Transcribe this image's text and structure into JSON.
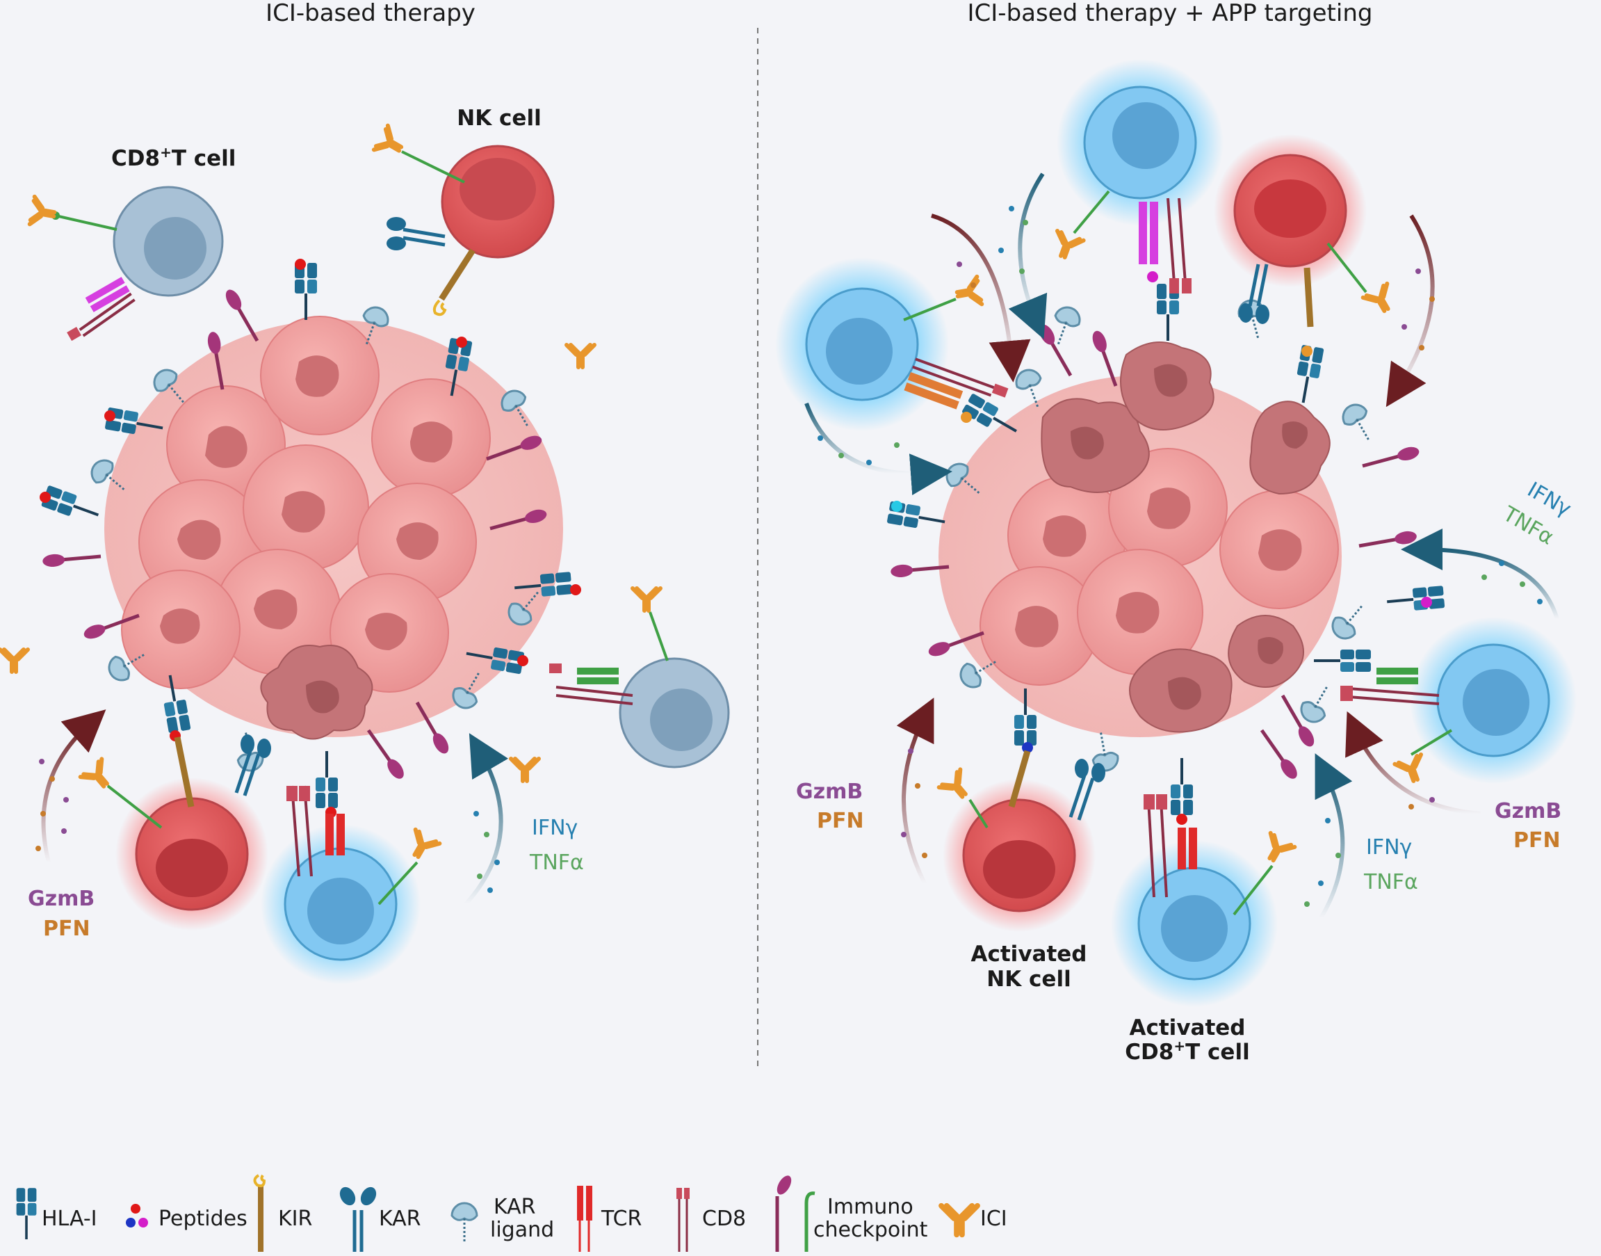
{
  "titles": {
    "left": "ICI-based therapy",
    "right": "ICI-based therapy + APP targeting"
  },
  "cell_labels": {
    "nk_cell": "NK cell",
    "cd8_cell_prefix": "CD8",
    "cd8_cell_sup": "+",
    "cd8_cell_suffix": "T cell",
    "activated_nk_line1": "Activated",
    "activated_nk_line2": "NK cell",
    "activated_cd8_line1": "Activated",
    "activated_cd8_line2": "CD8",
    "activated_cd8_sup": "+",
    "activated_cd8_suffix": "T cell"
  },
  "cytokines": {
    "ifng": "IFNγ",
    "tnfa": "TNFα",
    "gzmb": "GzmB",
    "pfn": "PFN"
  },
  "legend": [
    {
      "label": "HLA-I",
      "icon": "hla-i-icon"
    },
    {
      "label": "Peptides",
      "icon": "peptides-icon"
    },
    {
      "label": "KIR",
      "icon": "kir-icon"
    },
    {
      "label": "KAR",
      "icon": "kar-icon"
    },
    {
      "label": "KAR",
      "label2": "ligand",
      "icon": "kar-ligand-icon"
    },
    {
      "label": "TCR",
      "icon": "tcr-icon"
    },
    {
      "label": "CD8",
      "icon": "cd8-icon"
    },
    {
      "label": "Immuno",
      "label2": "checkpoint",
      "icon": "immuno-checkpoint-icon"
    },
    {
      "label": "ICI",
      "icon": "ici-icon"
    }
  ],
  "colors": {
    "tumor": "#ee9c9c",
    "tumor_dark": "#c9696c",
    "dying_tumor": "#c47478",
    "cd8_resting": "#a7c1d7",
    "cd8_active": "#82c8f2",
    "nk": "#e25a5c",
    "hla": "#1f6b92",
    "ici": "#e8962c",
    "checkpoint": "#3fa045",
    "tcr": "#e02a2a",
    "cd8_receptor": "#8a2d45",
    "gzmb": "#8a4b93",
    "pfn": "#c77b2a",
    "ifng": "#2680b0",
    "tnfa": "#5aa55e"
  }
}
